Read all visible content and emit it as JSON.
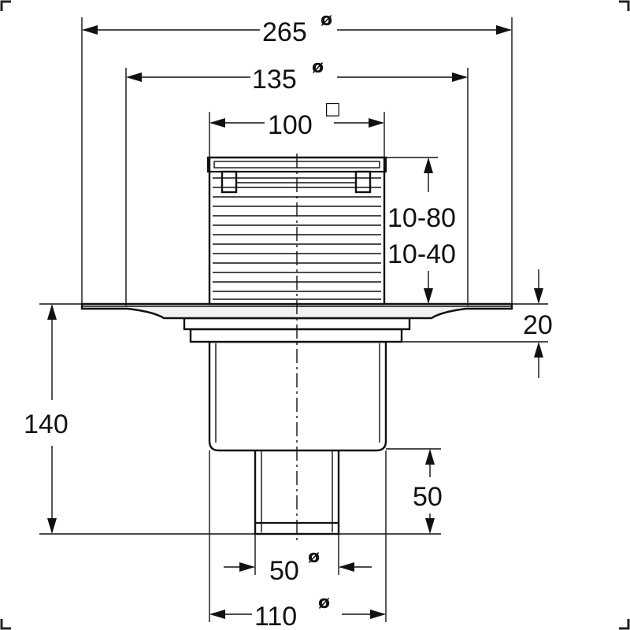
{
  "dimensions": {
    "d265": {
      "value": "265",
      "mark": "ø"
    },
    "d135": {
      "value": "135",
      "mark": "ø"
    },
    "d100": {
      "value": "100",
      "mark": "□"
    },
    "h1080": {
      "value": "10-80"
    },
    "h1040": {
      "value": "10-40"
    },
    "h20": {
      "value": "20"
    },
    "h140": {
      "value": "140"
    },
    "h50": {
      "value": "50"
    },
    "d50": {
      "value": "50",
      "mark": "ø"
    },
    "d110": {
      "value": "110",
      "mark": "ø"
    }
  }
}
